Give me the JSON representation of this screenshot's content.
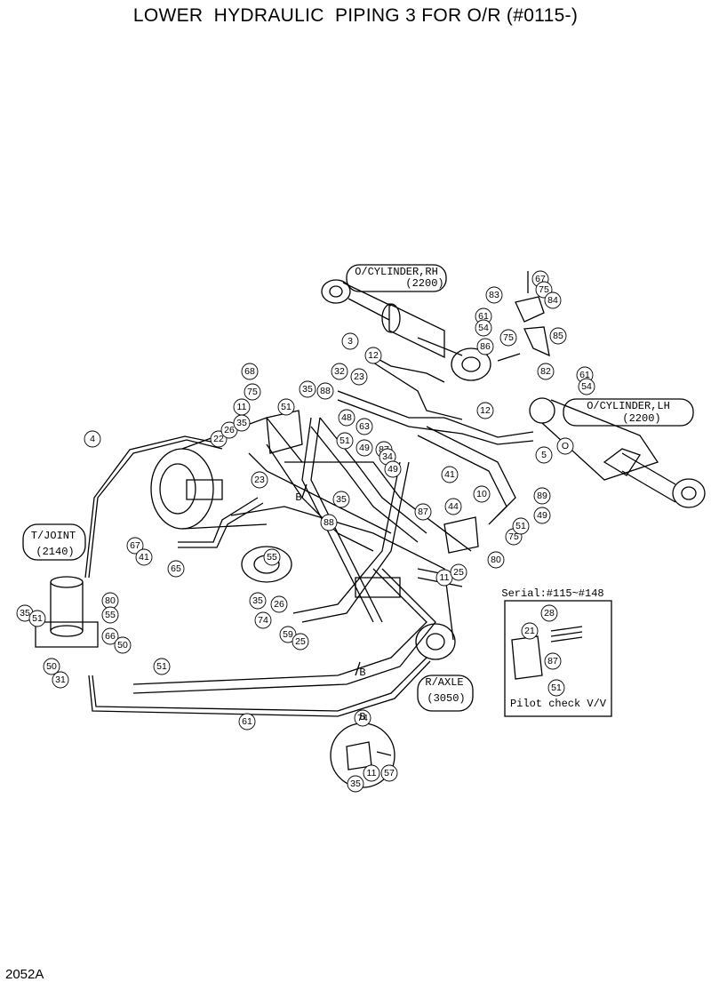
{
  "title": "LOWER  HYDRAULIC  PIPING 3 FOR O/R (#0115-)",
  "page_code": "2052A",
  "components": {
    "o_cylinder_rh": {
      "name": "O/CYLINDER,RH",
      "ref": "(2200)"
    },
    "o_cylinder_lh": {
      "name": "O/CYLINDER,LH",
      "ref": "(2200)"
    },
    "t_joint": {
      "name": "T/JOINT",
      "ref": "(2140)"
    },
    "r_axle": {
      "name": "R/AXLE",
      "ref": "(3050)"
    }
  },
  "serial_inset": {
    "heading": "Serial:#115~#148",
    "caption": "Pilot check V/V"
  },
  "detail_b": {
    "label": "B"
  },
  "view_markers": [
    "B",
    "B"
  ],
  "callouts": [
    "67",
    "75",
    "84",
    "83",
    "85",
    "61",
    "54",
    "86",
    "75",
    "82",
    "3",
    "12",
    "68",
    "75",
    "35",
    "88",
    "32",
    "23",
    "61",
    "54",
    "11",
    "51",
    "48",
    "63",
    "12",
    "O",
    "4",
    "22",
    "26",
    "35",
    "51",
    "87",
    "34",
    "49",
    "5",
    "49",
    "23",
    "41",
    "89",
    "10",
    "49",
    "35",
    "44",
    "75",
    "51",
    "88",
    "87",
    "67",
    "41",
    "55",
    "80",
    "65",
    "11",
    "25",
    "26",
    "35",
    "74",
    "59",
    "25",
    "80",
    "55",
    "35",
    "51",
    "66",
    "50",
    "50",
    "31",
    "51",
    "61",
    "28",
    "21",
    "87",
    "51",
    "35",
    "11",
    "57",
    "74",
    "65",
    "B"
  ]
}
